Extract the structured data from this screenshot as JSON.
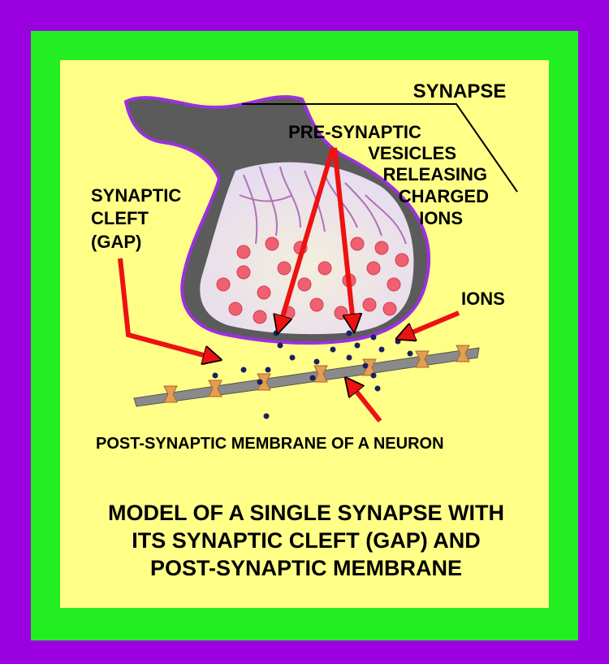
{
  "labels": {
    "synapse": "SYNAPSE",
    "pre_synaptic": [
      "PRE-SYNAPTIC",
      "VESICLES",
      "RELEASING",
      "CHARGED",
      "IONS"
    ],
    "cleft": [
      "SYNAPTIC",
      "CLEFT",
      "(GAP)"
    ],
    "ions": "IONS",
    "membrane": "POST-SYNAPTIC MEMBRANE OF A NEURON"
  },
  "caption": [
    "MODEL OF A SINGLE SYNAPSE WITH",
    "ITS SYNAPTIC CLEFT (GAP) AND",
    "POST-SYNAPTIC MEMBRANE"
  ],
  "colors": {
    "outer_border": "#9b00e0",
    "inner_border": "#22ee22",
    "background": "#ffff88",
    "arrow": "#ee1111",
    "terminal_outline": "#9b30e0"
  }
}
